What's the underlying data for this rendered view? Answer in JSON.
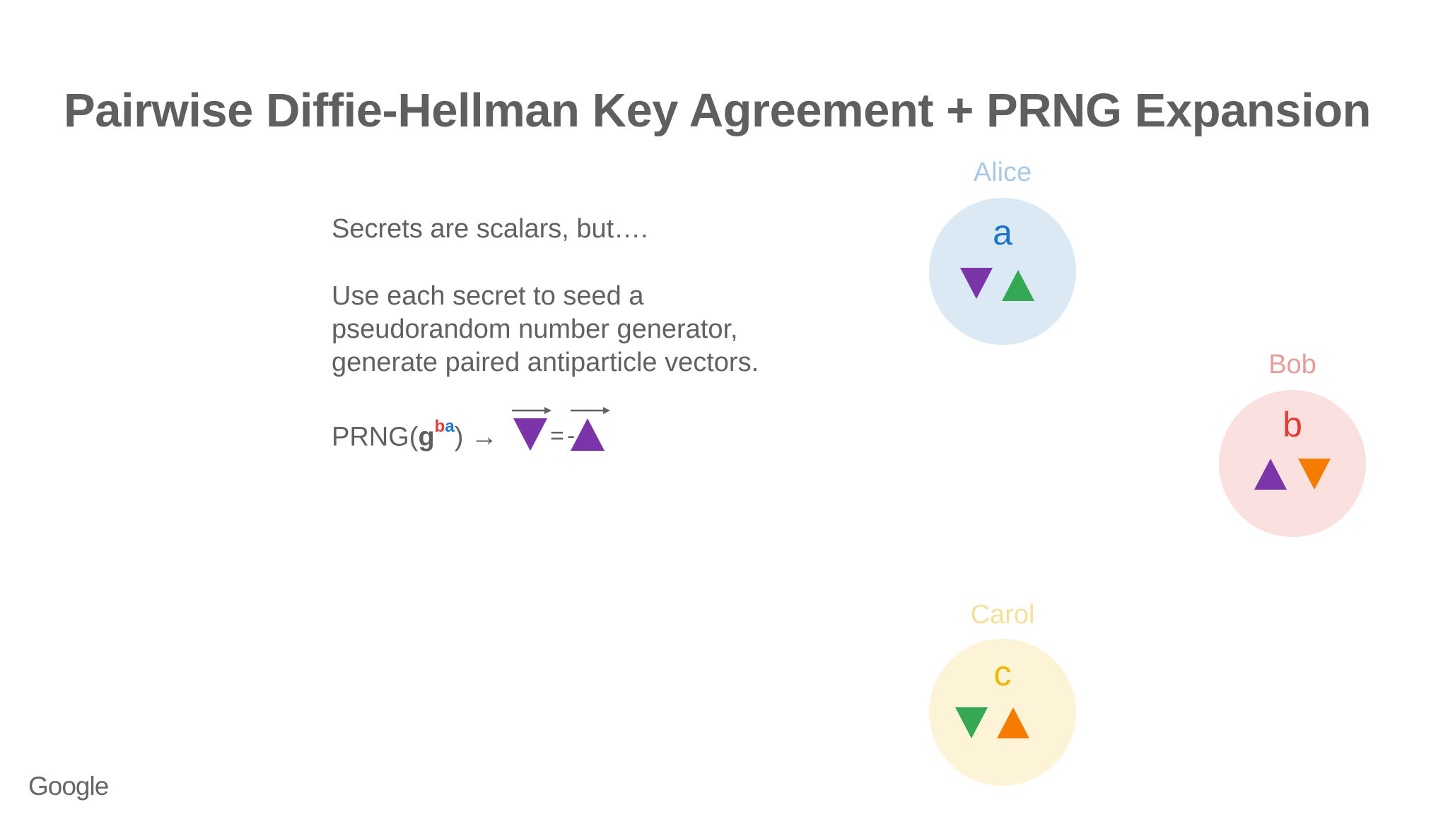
{
  "slide": {
    "title": "Pairwise Diffie-Hellman Key Agreement + PRNG Expansion",
    "intro": "Secrets are scalars, but….",
    "explanation": [
      "Use each secret to seed a",
      "pseudorandom number generator,",
      "generate paired antiparticle vectors."
    ],
    "formula": {
      "prefix": "PRNG(",
      "base": "g",
      "exp_b": "b",
      "exp_a": "a",
      "suffix": ")",
      "arrow": "→",
      "equals": "=",
      "minus": "-"
    },
    "logo": "Google"
  },
  "colors": {
    "purple": "#7b35a8",
    "green": "#34a853",
    "orange": "#f57c00",
    "alice_fill": "#dbe9f4",
    "alice_name": "#a9c8e6",
    "alice_letter": "#1a73c8",
    "bob_fill": "#fae1df",
    "bob_name": "#e89c9a",
    "bob_letter": "#e53935",
    "carol_fill": "#fdf3d6",
    "carol_name": "#f7df9b",
    "carol_letter": "#f2b705"
  },
  "nodes": [
    {
      "id": "alice",
      "name": "Alice",
      "secret": "a",
      "triangles": [
        {
          "direction": "down",
          "color": "purple"
        },
        {
          "direction": "up",
          "color": "green"
        }
      ]
    },
    {
      "id": "bob",
      "name": "Bob",
      "secret": "b",
      "triangles": [
        {
          "direction": "up",
          "color": "purple"
        },
        {
          "direction": "down",
          "color": "orange"
        }
      ]
    },
    {
      "id": "carol",
      "name": "Carol",
      "secret": "c",
      "triangles": [
        {
          "direction": "down",
          "color": "green"
        },
        {
          "direction": "up",
          "color": "orange"
        }
      ]
    }
  ]
}
